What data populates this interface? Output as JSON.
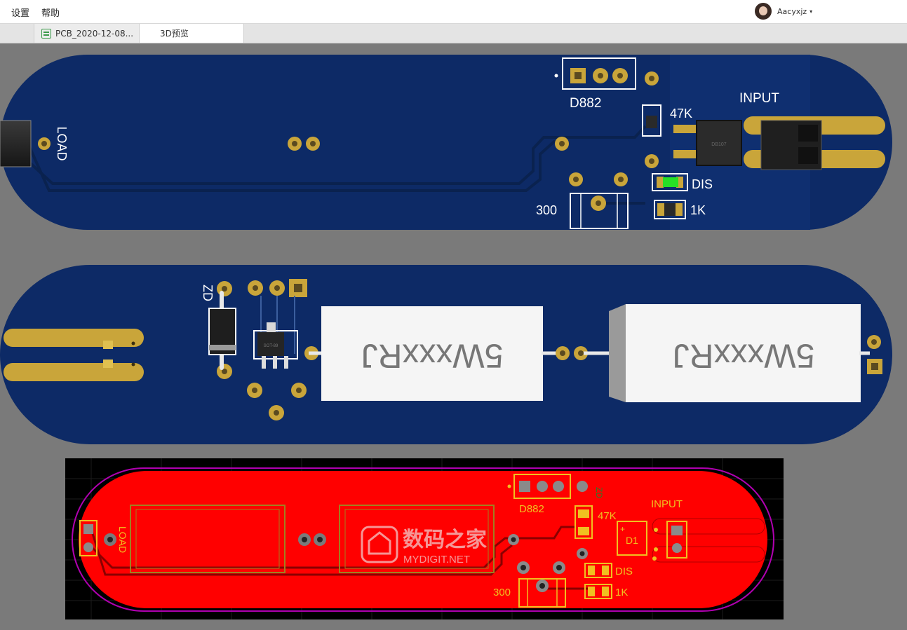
{
  "menu": {
    "settings": "设置",
    "help": "帮助"
  },
  "user": {
    "name": "Aacyxjz",
    "caret": "▾"
  },
  "tabs": [
    {
      "label": "PCB_2020-12-08...",
      "icon": "pcb-file-icon"
    },
    {
      "label": "3D预览",
      "active": true
    }
  ],
  "colors": {
    "board": "#0d2a66",
    "gold": "#c9a53a",
    "copper_top": "#ff0000",
    "silk_layout": "#f0c020",
    "outline": "#b000b0"
  },
  "board_top": {
    "load": "LOAD",
    "transistor": "D882",
    "r_47k": "47K",
    "input": "INPUT",
    "dis": "DIS",
    "r_1k": "1K",
    "pot": "300",
    "bridge_mark": "DB107"
  },
  "board_bottom": {
    "zener": "ZD",
    "resistor_left": "5WxxxRJ",
    "resistor_right": "5WxxxRJ",
    "regulator_mark": "SOT-89"
  },
  "layout": {
    "load": "LOAD",
    "transistor": "D882",
    "zd": "ZD",
    "r_47k": "47K",
    "input": "INPUT",
    "d1": "D1",
    "plus": "+",
    "dis": "DIS",
    "r_1k": "1K",
    "pot": "300",
    "watermark_cn": "数码之家",
    "watermark_en": "MYDIGIT.NET"
  }
}
